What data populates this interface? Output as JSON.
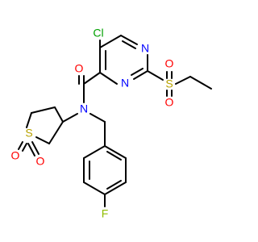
{
  "colors": {
    "bond": "#000000",
    "chlorine": "#00a000",
    "nitrogen": "#0000ff",
    "oxygen": "#ff0000",
    "sulfur": "#b8a200",
    "fluorine": "#8fbc00"
  },
  "atoms": {
    "cl": "Cl",
    "n1": "N",
    "n2": "N",
    "n_amide": "N",
    "o_carbonyl": "O",
    "s_ethyl": "S",
    "o_s1": "O",
    "o_s2": "O",
    "s_ring": "S",
    "o_ring1": "O",
    "o_ring2": "O",
    "f": "F"
  }
}
